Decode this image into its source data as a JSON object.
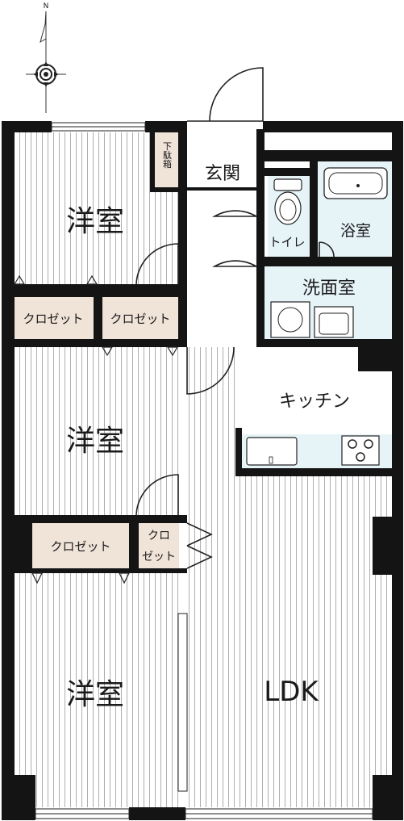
{
  "compass": {
    "north_label": "N"
  },
  "rooms": {
    "western_room_1": "洋室",
    "western_room_2": "洋室",
    "western_room_3": "洋室",
    "entrance": "玄関",
    "shoe_box": "下駄箱",
    "toilet": "トイレ",
    "bathroom": "浴室",
    "washroom": "洗面室",
    "kitchen": "キッチン",
    "ldk": "LDK",
    "closet_1": "クロゼット",
    "closet_2": "クロゼット",
    "closet_3": "クロゼット",
    "closet_4_line1": "クロ",
    "closet_4_line2": "ゼット"
  },
  "colors": {
    "wall": "#141414",
    "closet": "#f0e3d8",
    "wet_area": "#e6f4f8",
    "floor_stripe": "#9a9a9a"
  }
}
